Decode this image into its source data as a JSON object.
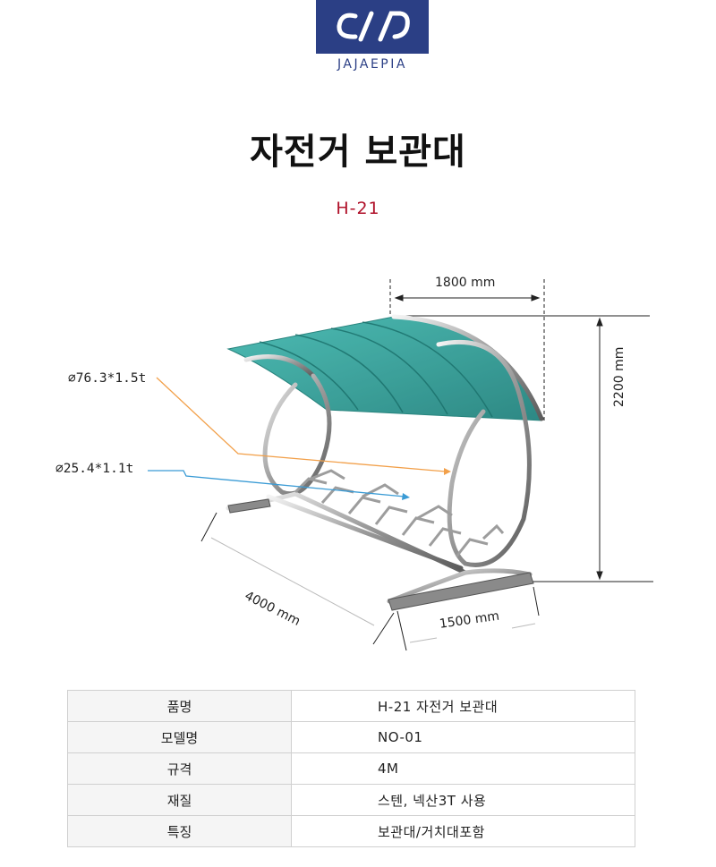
{
  "logo": {
    "text": "JAJAEPIA",
    "color": "#2b3f85"
  },
  "title": "자전거 보관대",
  "model": {
    "code": "H-21",
    "color": "#b0112a"
  },
  "drawing": {
    "dimensions": {
      "width": "1800 mm",
      "height": "2200 mm",
      "length": "4000 mm",
      "depth": "1500 mm"
    },
    "pipes": {
      "large": "76.3*1.5t",
      "small": "25.4*1.1t",
      "large_color": "#f2a04a",
      "small_color": "#3a9bd5"
    },
    "canopy_color": "#2a9d96"
  },
  "specs": [
    {
      "label": "품명",
      "value": "H-21 자전거 보관대"
    },
    {
      "label": "모델명",
      "value": "NO-01"
    },
    {
      "label": "규격",
      "value": "4M"
    },
    {
      "label": "재질",
      "value": "스텐, 넥산3T 사용"
    },
    {
      "label": "특징",
      "value": "보관대/거치대포함"
    }
  ]
}
